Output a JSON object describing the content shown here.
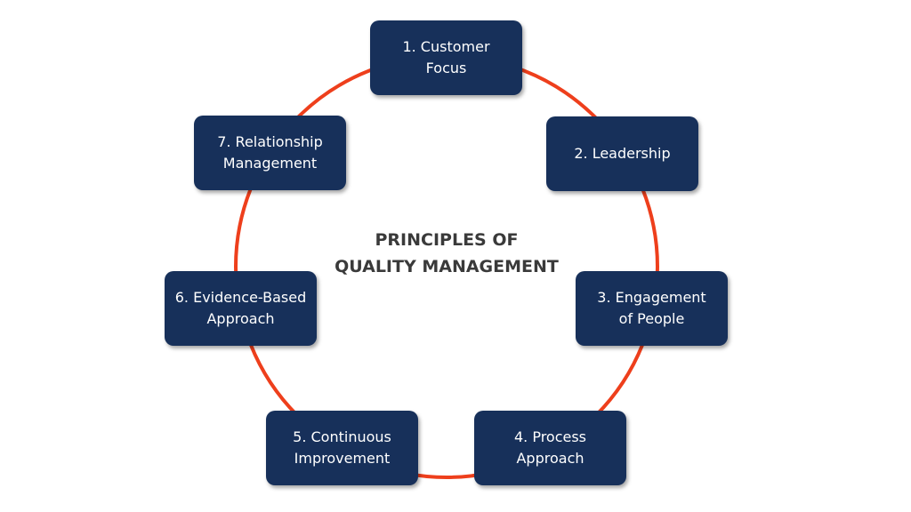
{
  "title": {
    "line1": "PRINCIPLES OF",
    "line2": "QUALITY MANAGEMENT"
  },
  "principles": [
    {
      "label": "1. Customer Focus"
    },
    {
      "label": "2. Leadership"
    },
    {
      "label": "3. Engagement of People"
    },
    {
      "label": "4. Process Approach"
    },
    {
      "label": "5. Continuous Improvement"
    },
    {
      "label": "6. Evidence-Based Approach"
    },
    {
      "label": "7. Relationship Management"
    }
  ],
  "colors": {
    "box": "#17305a",
    "ring": "#ee3f1c",
    "title": "#3a3a3a"
  }
}
